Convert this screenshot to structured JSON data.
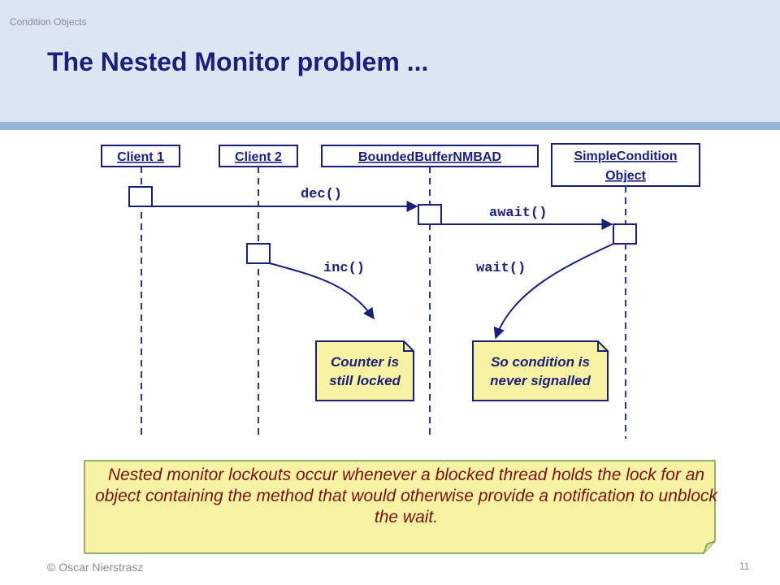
{
  "header": {
    "section": "Condition Objects",
    "title": "The Nested Monitor problem ..."
  },
  "diagram": {
    "lifelines": [
      {
        "id": "client1",
        "label": "Client 1"
      },
      {
        "id": "client2",
        "label": "Client 2"
      },
      {
        "id": "buffer",
        "label": "BoundedBufferNMBAD"
      },
      {
        "id": "condition",
        "label_line1": "SimpleCondition",
        "label_line2": "Object"
      }
    ],
    "messages": [
      {
        "label": "dec()",
        "from": "Client 1",
        "to": "BoundedBufferNMBAD"
      },
      {
        "label": "await()",
        "from": "BoundedBufferNMBAD",
        "to": "SimpleCondition Object"
      },
      {
        "label": "inc()",
        "from": "Client 2"
      },
      {
        "label": "wait()",
        "from": "SimpleCondition Object"
      }
    ],
    "notes": [
      {
        "line1": "Counter is",
        "line2": "still locked"
      },
      {
        "line1": "So condition is",
        "line2": "never signalled"
      }
    ]
  },
  "callout": {
    "text": "Nested monitor lockouts occur whenever a blocked thread holds the lock for an object containing the method that would otherwise provide a notification to unblock the wait."
  },
  "footer": {
    "author": "© Oscar Nierstrasz",
    "page_number": "11"
  },
  "colors": {
    "ink": "#1a1f7a",
    "note_fill": "#f7f3a3",
    "callout_text": "#7a1010",
    "header_bg": "#dce6f3"
  }
}
